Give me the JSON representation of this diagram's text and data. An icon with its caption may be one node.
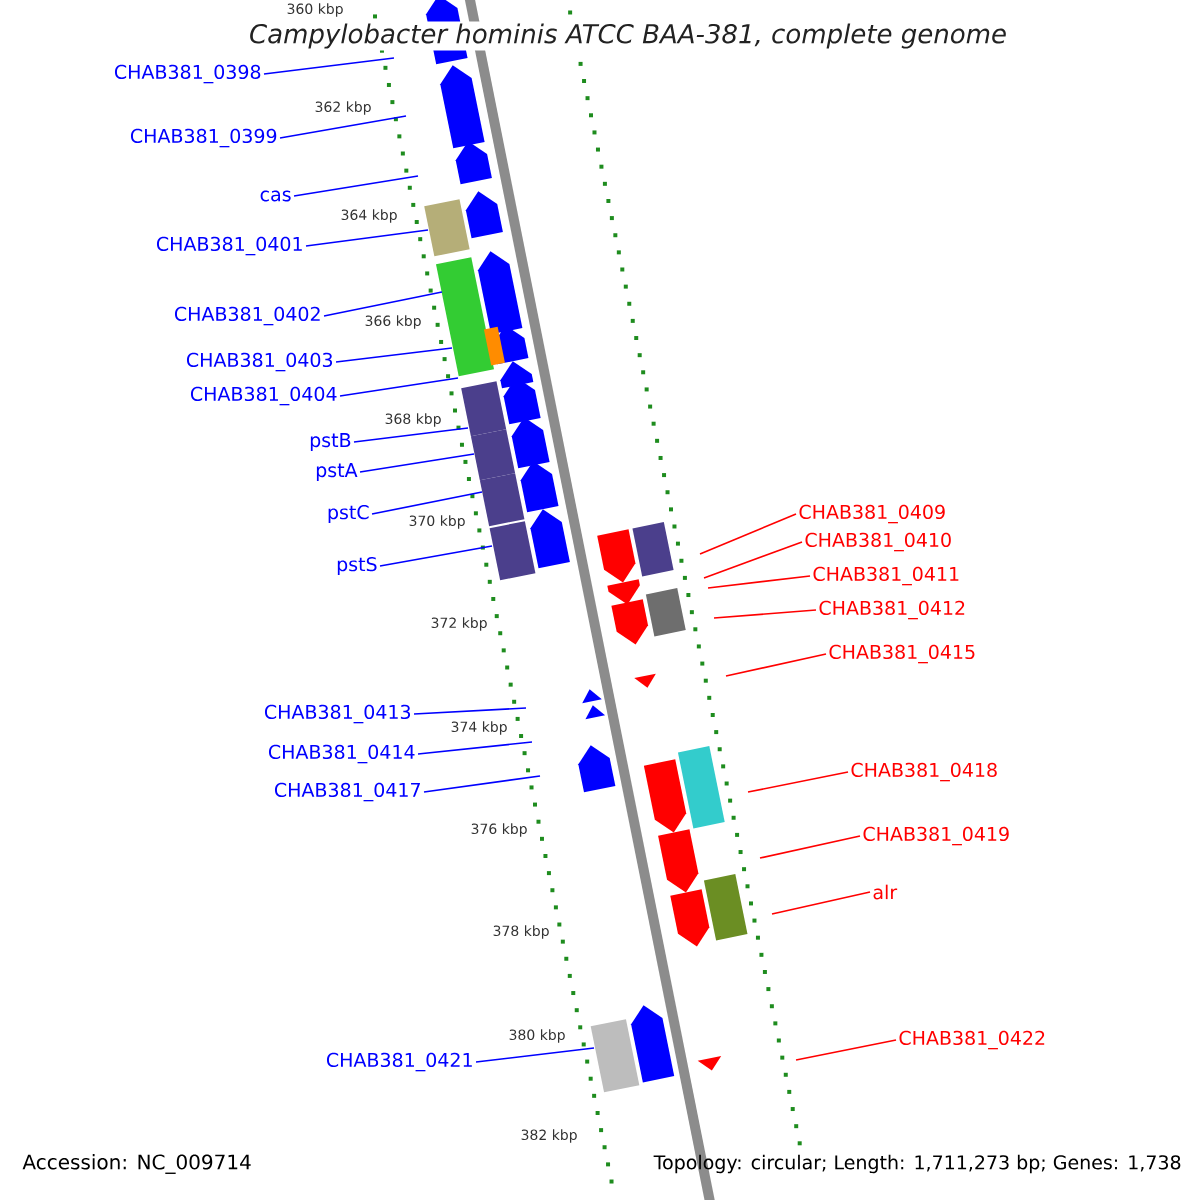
{
  "diagram": {
    "title": "Campylobacter hominis ATCC BAA-381, complete genome",
    "nodes": [
      {
        "text": [
          "CHAB381_0398"
        ]
      },
      {
        "text": [
          "CHAB381_0399"
        ]
      },
      {
        "text": [
          "cas"
        ]
      },
      {
        "text": [
          "CHAB381_0401"
        ]
      },
      {
        "text": [
          "CHAB381_0402"
        ]
      },
      {
        "text": [
          "CHAB381_0403"
        ]
      },
      {
        "text": [
          "CHAB381_0404"
        ]
      },
      {
        "text": [
          "pstB"
        ]
      },
      {
        "text": [
          "pstA"
        ]
      },
      {
        "text": [
          "pstC"
        ]
      },
      {
        "text": [
          "pstS"
        ]
      },
      {
        "text": [
          "CHAB381_0413"
        ]
      },
      {
        "text": [
          "CHAB381_0414"
        ]
      },
      {
        "text": [
          "CHAB381_0417"
        ]
      },
      {
        "text": [
          "CHAB381_0421"
        ]
      },
      {
        "text": [
          "CHAB381_0409"
        ]
      },
      {
        "text": [
          "CHAB381_0410"
        ]
      },
      {
        "text": [
          "CHAB381_0411"
        ]
      },
      {
        "text": [
          "CHAB381_0412"
        ]
      },
      {
        "text": [
          "CHAB381_0415"
        ]
      },
      {
        "text": [
          "CHAB381_0418"
        ]
      },
      {
        "text": [
          "CHAB381_0419"
        ]
      },
      {
        "text": [
          "alr"
        ]
      },
      {
        "text": [
          "CHAB381_0422"
        ]
      }
    ],
    "edges": [
      {
        "from": 0,
        "to": null,
        "arrow": "none"
      },
      {
        "from": 1,
        "to": null,
        "arrow": "none"
      },
      {
        "from": 2,
        "to": null,
        "arrow": "none"
      },
      {
        "from": 3,
        "to": null,
        "arrow": "none"
      },
      {
        "from": 4,
        "to": null,
        "arrow": "none"
      },
      {
        "from": 5,
        "to": null,
        "arrow": "none"
      },
      {
        "from": 6,
        "to": null,
        "arrow": "none"
      },
      {
        "from": 7,
        "to": null,
        "arrow": "none"
      },
      {
        "from": 8,
        "to": null,
        "arrow": "none"
      },
      {
        "from": 9,
        "to": null,
        "arrow": "none"
      },
      {
        "from": 10,
        "to": null,
        "arrow": "none"
      },
      {
        "from": 11,
        "to": null,
        "arrow": "none"
      },
      {
        "from": 12,
        "to": null,
        "arrow": "none"
      },
      {
        "from": 13,
        "to": null,
        "arrow": "none"
      },
      {
        "from": 14,
        "to": null,
        "arrow": "none"
      },
      {
        "from": 15,
        "to": null,
        "arrow": "none",
        "color": "#ff0000"
      },
      {
        "from": 16,
        "to": null,
        "arrow": "none",
        "color": "#ff0000"
      },
      {
        "from": 17,
        "to": null,
        "arrow": "none",
        "color": "#ff0000"
      },
      {
        "from": 18,
        "to": null,
        "arrow": "none",
        "color": "#ff0000"
      },
      {
        "from": 19,
        "to": null,
        "arrow": "none",
        "color": "#ff0000"
      },
      {
        "from": 20,
        "to": null,
        "arrow": "none",
        "color": "#ff0000"
      },
      {
        "from": 21,
        "to": null,
        "arrow": "none",
        "color": "#ff0000"
      },
      {
        "from": 22,
        "to": null,
        "arrow": "none",
        "color": "#ff0000"
      },
      {
        "from": 23,
        "to": null,
        "arrow": "none",
        "color": "#ff0000"
      }
    ],
    "labels": [
      "360 kbp",
      "362 kbp",
      "364 kbp",
      "366 kbp",
      "368 kbp",
      "370 kbp",
      "372 kbp",
      "374 kbp",
      "376 kbp",
      "378 kbp",
      "380 kbp",
      "382 kbp",
      "Accession: NC_009714",
      "Topology: circular; Length: 1,711,273 bp; Genes: 1,738"
    ]
  }
}
